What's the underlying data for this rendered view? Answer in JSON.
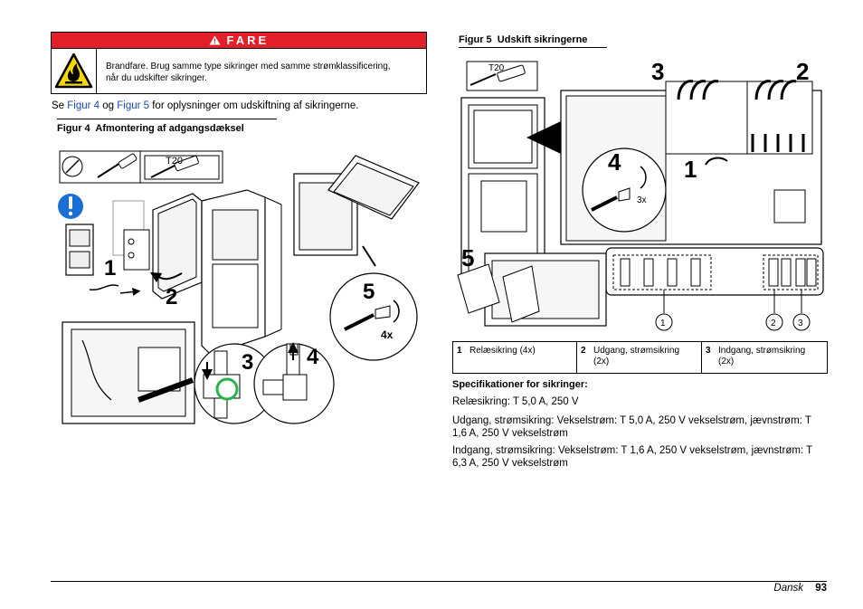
{
  "danger": {
    "header": "FARE",
    "text": "Brandfare. Brug samme type sikringer med samme strømklassificering, når du udskifter sikringer."
  },
  "intro": {
    "prefix": "Se ",
    "link1": "Figur 4",
    "middle": " og ",
    "link2": "Figur 5",
    "suffix": " for oplysninger om udskiftning af sikringerne."
  },
  "figure4": {
    "caption": "Figur 4  Afmontering af adgangsdæksel",
    "tool_label": "T20",
    "step_numbers": [
      "1",
      "2",
      "3",
      "4",
      "5"
    ],
    "screw_count": "4x"
  },
  "figure5": {
    "caption": "Figur 5  Udskift sikringerne",
    "tool_label": "T20",
    "step_numbers": [
      "1",
      "2",
      "3",
      "4",
      "5"
    ],
    "screw_count": "3x",
    "callouts": [
      "1",
      "2",
      "3"
    ]
  },
  "legend": [
    {
      "num": "1",
      "text": "Relæsikring (4x)"
    },
    {
      "num": "2",
      "text": "Udgang, strømsikring (2x)"
    },
    {
      "num": "3",
      "text": "Indgang, strømsikring (2x)"
    }
  ],
  "specs": {
    "title": "Specifikationer for sikringer:",
    "lines": [
      "Relæsikring: T 5,0 A, 250 V",
      "Udgang, strømsikring: Vekselstrøm: T 5,0 A, 250 V vekselstrøm, jævnstrøm: T 1,6 A, 250 V vekselstrøm",
      "Indgang, strømsikring: Vekselstrøm: T 1,6 A, 250 V vekselstrøm, jævnstrøm: T 6,3 A, 250 V vekselstrøm"
    ]
  },
  "footer": {
    "language": "Dansk",
    "page": "93"
  },
  "colors": {
    "danger_red": "#e3202a",
    "link_blue": "#1a47b8",
    "warning_yellow": "#f5d800",
    "info_blue": "#1a6fd6",
    "highlight_green": "#2bb34a"
  }
}
